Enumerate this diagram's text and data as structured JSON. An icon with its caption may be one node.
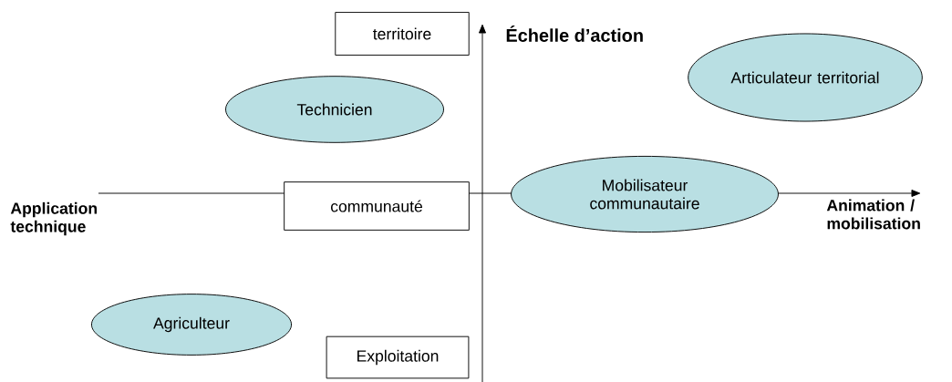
{
  "diagram": {
    "nodes": [
      {
        "text": [
          "territoire"
        ]
      },
      {
        "text": [
          "Technicien"
        ]
      },
      {
        "text": [
          "Articulateur territorial"
        ]
      },
      {
        "text": [
          "communauté"
        ]
      },
      {
        "text": [
          "Mobilisateur communautaire"
        ]
      },
      {
        "text": [
          "Agriculteur"
        ]
      },
      {
        "text": [
          "Exploitation"
        ]
      }
    ],
    "edges": [],
    "labels": [
      "Échelle d’action",
      "Application technique",
      "Animation / mobilisation"
    ]
  }
}
